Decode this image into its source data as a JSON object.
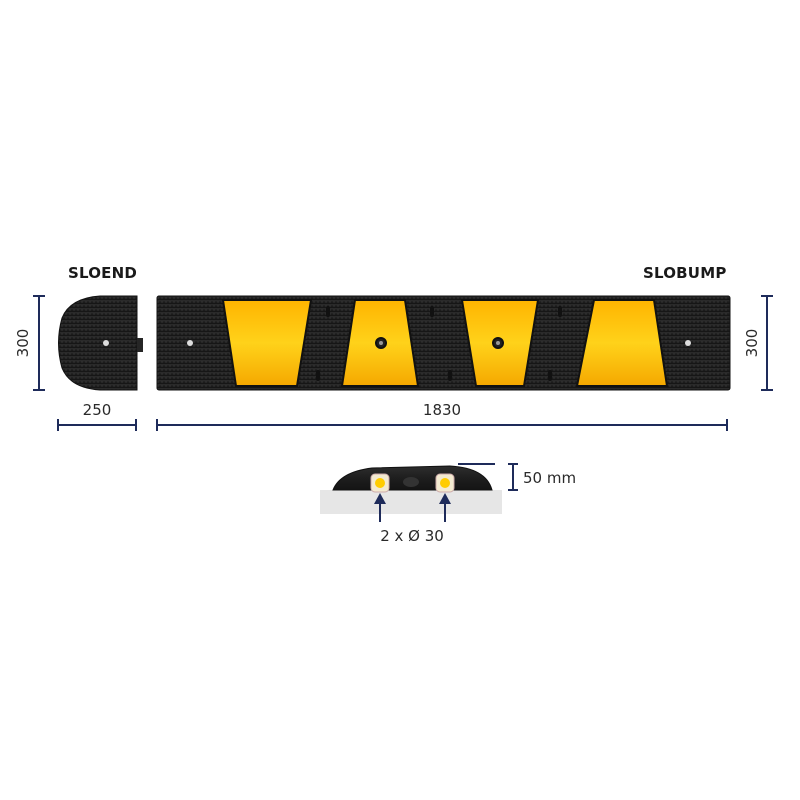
{
  "products": {
    "end_piece_name": "SLOEND",
    "bump_name": "SLOBUMP"
  },
  "dimensions": {
    "end_height": "300",
    "end_width": "250",
    "bump_length": "1830",
    "bump_height": "300",
    "profile_height": "50 mm",
    "cable_channels": "2 x Ø 30"
  },
  "colors": {
    "rubber": "#1f1f1f",
    "reflector": "#f7b500",
    "dimension_line": "#1e2b5a",
    "ground": "#e6e6e6"
  }
}
